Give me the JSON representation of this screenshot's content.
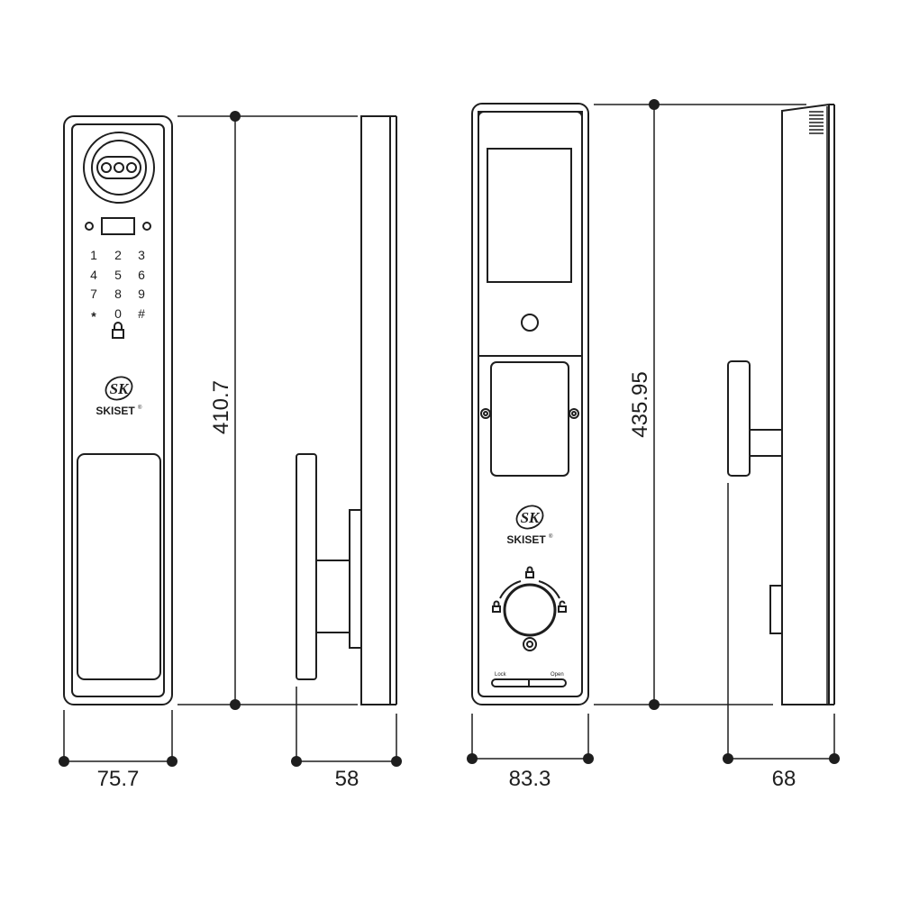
{
  "dimensions": {
    "left_front_width": "75.7",
    "left_height": "410.7",
    "left_side_depth": "58",
    "right_front_width": "83.3",
    "right_height": "435.95",
    "right_side_depth": "68"
  },
  "keypad": {
    "keys": [
      "1",
      "2",
      "3",
      "4",
      "5",
      "6",
      "7",
      "8",
      "9",
      "*",
      "0",
      "#"
    ]
  },
  "brand": {
    "monogram": "SK",
    "name": "SKISET",
    "trademark": "®"
  },
  "selector": {
    "lock_label": "Lock",
    "open_label": "Open"
  },
  "colors": {
    "line": "#1e1e1e"
  }
}
